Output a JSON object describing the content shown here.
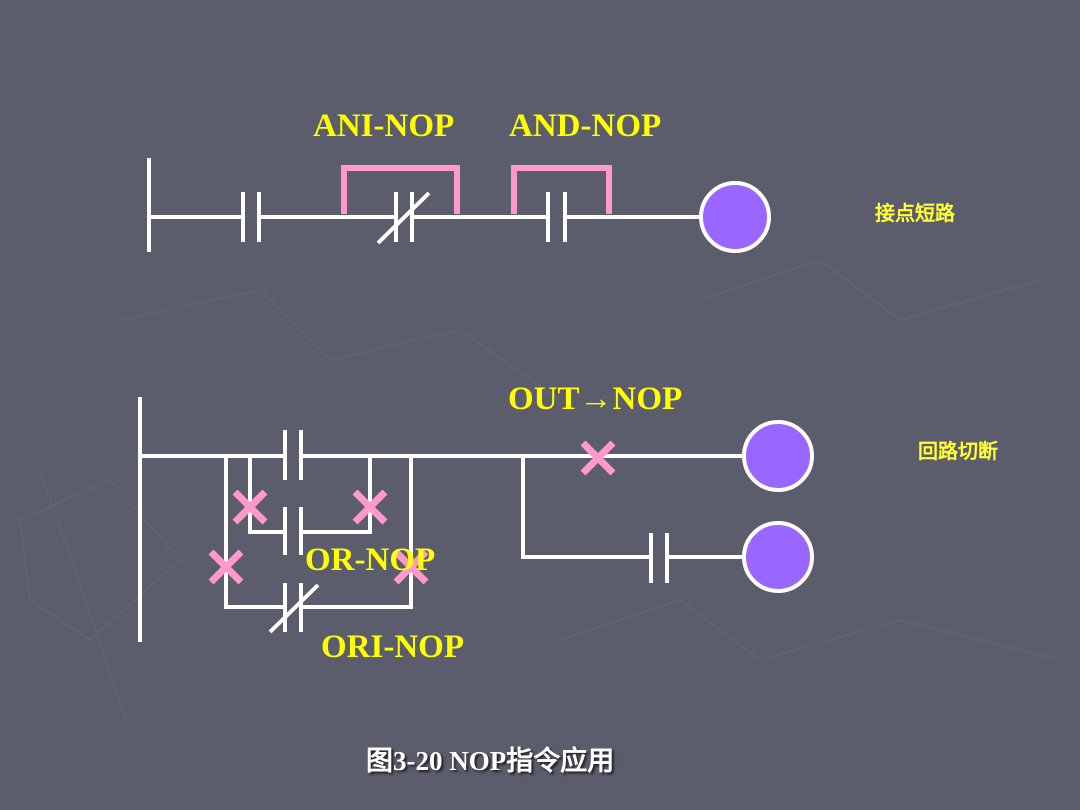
{
  "slide": {
    "background": "#5b5c6c",
    "caption": "图3-20  NOP指令应用"
  },
  "colors": {
    "wire": "#ffffff",
    "highlight": "#ff99cc",
    "coil_fill": "#9966ff",
    "label": "#ffff00"
  },
  "top_rung": {
    "label_ani": "ANI-NOP",
    "label_and": "AND-NOP",
    "note": "接点短路",
    "elements": [
      "power-rail",
      "no-contact",
      "nc-contact-shorted",
      "no-contact-shorted",
      "output-coil"
    ]
  },
  "bottom_rung": {
    "label_out": "OUT→NOP",
    "label_or": "OR-NOP",
    "label_ori": "ORI-NOP",
    "note": "回路切断",
    "elements": [
      "power-rail",
      "no-contact",
      "or-branch-no-contact-cut",
      "ori-branch-nc-contact-cut",
      "output-coil-cut",
      "parallel-no-contact",
      "output-coil"
    ]
  }
}
